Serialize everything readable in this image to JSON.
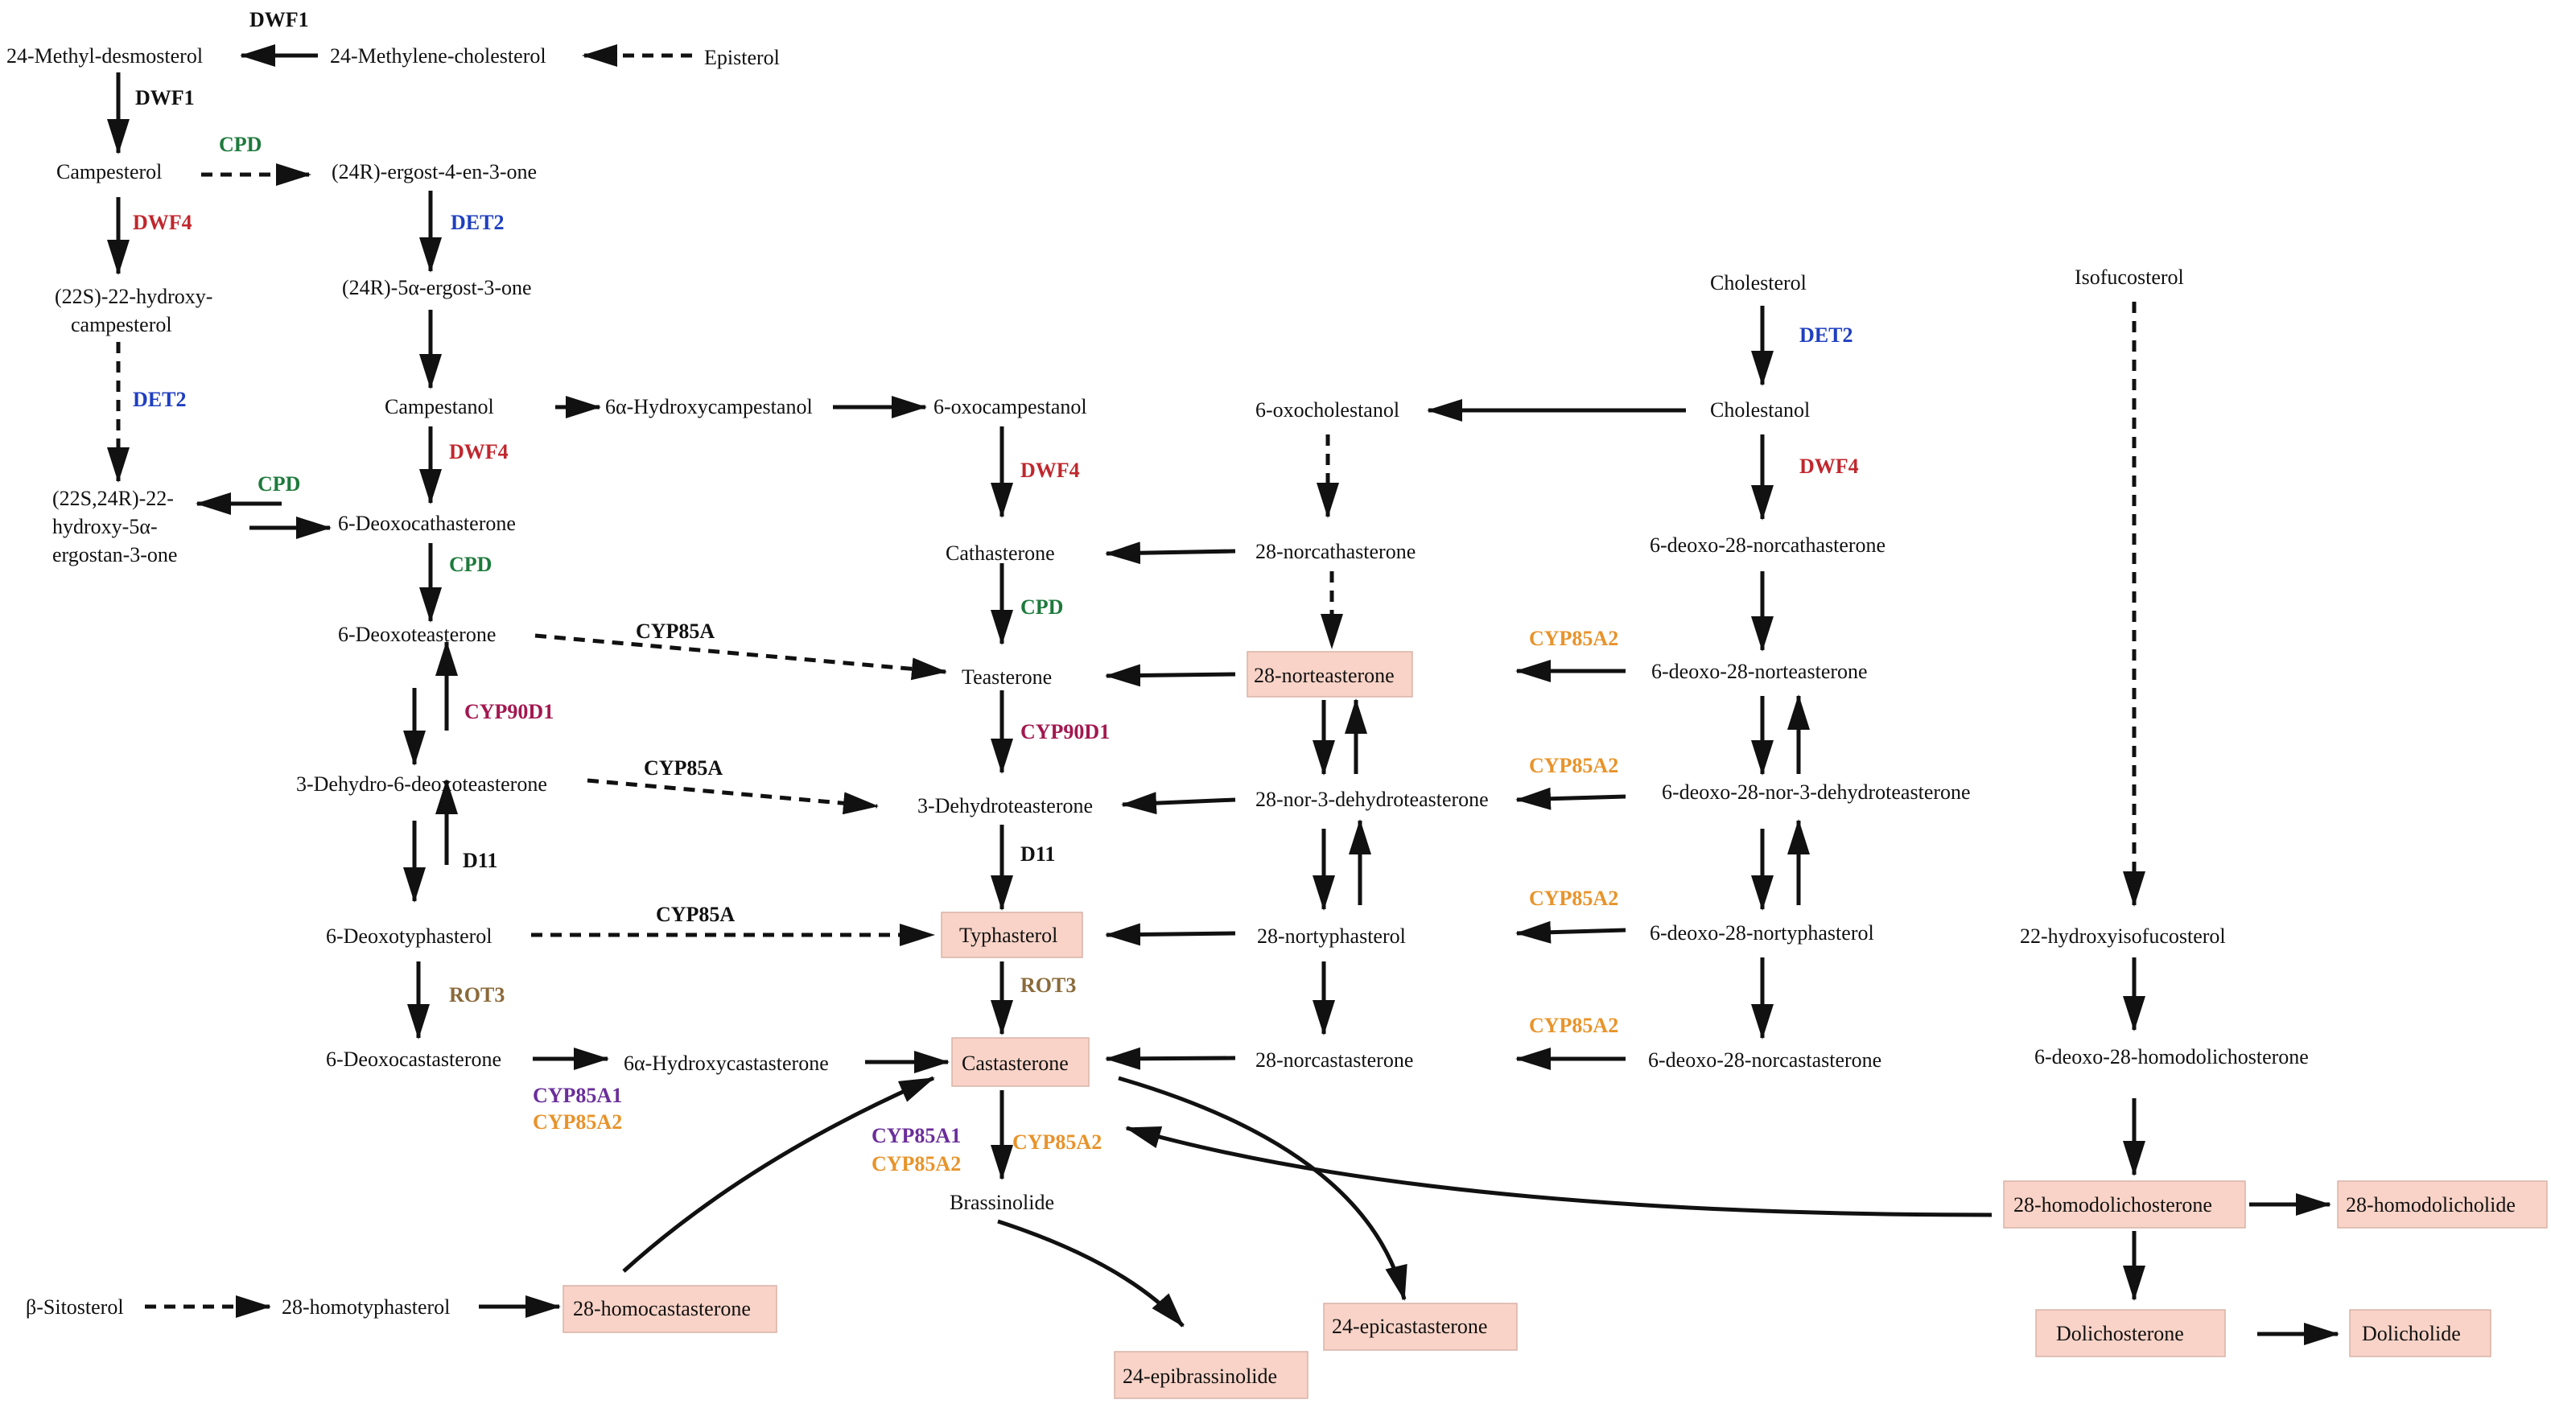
{
  "colors": {
    "DWF1": "#111111",
    "CPD": "#1e7a3c",
    "DWF4": "#c0272d",
    "DET2": "#1f3fc0",
    "CYP85A": "#111111",
    "CYP90D1": "#a3174f",
    "D11": "#111111",
    "ROT3": "#8a6a3a",
    "CYP85A1": "#6a2e9a",
    "CYP85A2": "#e8932a",
    "box_fill": "#f9d3c7"
  },
  "compounds": {
    "methyl_desmosterol": "24-Methyl-desmosterol",
    "methylene_cholesterol": "24-Methylene-cholesterol",
    "episterol": "Episterol",
    "campesterol": "Campesterol",
    "ergost_4_en_3_one": "(24R)-ergost-4-en-3-one",
    "hydroxy_campesterol_1": "(22S)-22-hydroxy-",
    "hydroxy_campesterol_2": "campesterol",
    "ergost_3_one": "(24R)-5α-ergost-3-one",
    "hydroxy_ergostanone_1": "(22S,24R)-22-",
    "hydroxy_ergostanone_2": "hydroxy-5α-",
    "hydroxy_ergostanone_3": "ergostan-3-one",
    "campestanol": "Campestanol",
    "hydroxycampestanol": "6α-Hydroxycampestanol",
    "oxocampestanol": "6-oxocampestanol",
    "deoxocathasterone": "6-Deoxocathasterone",
    "cathasterone": "Cathasterone",
    "deoxoteasterone": "6-Deoxoteasterone",
    "teasterone": "Teasterone",
    "dehydro_deoxoteasterone": "3-Dehydro-6-deoxoteasterone",
    "dehydroteasterone": "3-Dehydroteasterone",
    "deoxotyphasterol": "6-Deoxotyphasterol",
    "typhasterol": "Typhasterol",
    "deoxocastasterone": "6-Deoxocastasterone",
    "hydroxycastasterone": "6α-Hydroxycastasterone",
    "castasterone": "Castasterone",
    "brassinolide": "Brassinolide",
    "sitosterol": "β-Sitosterol",
    "homotyphasterol": "28-homotyphasterol",
    "homocastasterone": "28-homocastasterone",
    "epibrassinolide": "24-epibrassinolide",
    "epicastasterone": "24-epicastasterone",
    "cholesterol": "Cholesterol",
    "cholestanol": "Cholestanol",
    "oxocholestanol": "6-oxocholestanol",
    "norcathasterone": "28-norcathasterone",
    "deoxo_norcathasterone": "6-deoxo-28-norcathasterone",
    "norteasterone": "28-norteasterone",
    "deoxo_norteasterone": "6-deoxo-28-norteasterone",
    "nor_dehydroteasterone": "28-nor-3-dehydroteasterone",
    "deoxo_nor_dehydroteasterone": "6-deoxo-28-nor-3-dehydroteasterone",
    "nortyphasterol": "28-nortyphasterol",
    "deoxo_nortyphasterol": "6-deoxo-28-nortyphasterol",
    "norcastasterone": "28-norcastasterone",
    "deoxo_norcastasterone": "6-deoxo-28-norcastasterone",
    "isofucosterol": "Isofucosterol",
    "hydroxyisofucosterol": "22-hydroxyisofucosterol",
    "deoxo_homodolichosterone": "6-deoxo-28-homodolichosterone",
    "homodolichosterone": "28-homodolichosterone",
    "homodolicholide": "28-homodolicholide",
    "dolichosterone": "Dolichosterone",
    "dolicholide": "Dolicholide"
  },
  "enzymes": {
    "dwf1_top": "DWF1",
    "dwf1_side": "DWF1",
    "cpd_1": "CPD",
    "dwf4_1": "DWF4",
    "det2_1": "DET2",
    "det2_2": "DET2",
    "dwf4_2": "DWF4",
    "cpd_2": "CPD",
    "cpd_3": "CPD",
    "dwf4_3": "DWF4",
    "cpd_4": "CPD",
    "cyp85a_1": "CYP85A",
    "cyp90d1_1": "CYP90D1",
    "cyp90d1_2": "CYP90D1",
    "cyp85a_2": "CYP85A",
    "d11_1": "D11",
    "d11_2": "D11",
    "cyp85a_3": "CYP85A",
    "rot3_1": "ROT3",
    "rot3_2": "ROT3",
    "cyp85a1_1": "CYP85A1",
    "cyp85a2_1": "CYP85A2",
    "cyp85a1_2": "CYP85A1",
    "cyp85a2_2": "CYP85A2",
    "cyp85a2_3": "CYP85A2",
    "det2_3": "DET2",
    "dwf4_4": "DWF4",
    "cyp85a2_4": "CYP85A2",
    "cyp85a2_5": "CYP85A2",
    "cyp85a2_6": "CYP85A2",
    "cyp85a2_7": "CYP85A2"
  }
}
